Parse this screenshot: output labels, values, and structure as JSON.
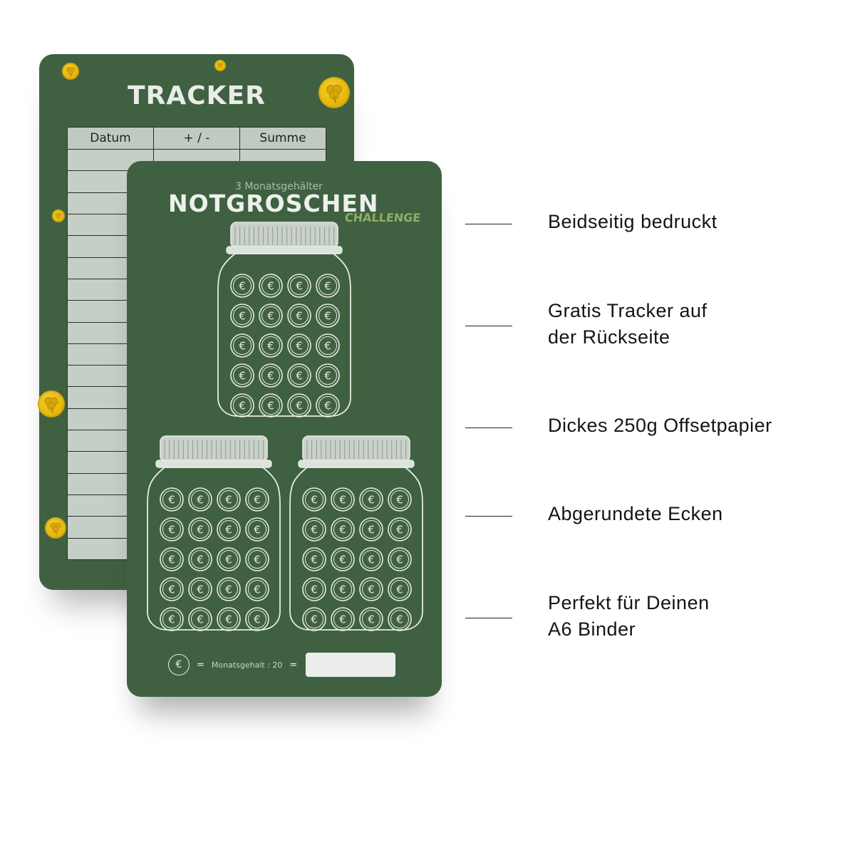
{
  "tracker_card": {
    "title": "TRACKER",
    "columns": [
      "Datum",
      "+ / -",
      "Summe"
    ],
    "blank_rows": 19
  },
  "front_card": {
    "subtitle": "3 Monatsgehälter",
    "title": "NOTGROSCHEN",
    "tagline": "CHALLENGE",
    "coin_symbol": "€",
    "formula_label": "Monatsgehalt : 20",
    "formula_equals": "="
  },
  "features": [
    {
      "line1": "Beidseitig bedruckt",
      "line2": ""
    },
    {
      "line1": "Gratis Tracker auf",
      "line2": "der Rückseite"
    },
    {
      "line1": "Dickes 250g Offsetpapier",
      "line2": ""
    },
    {
      "line1": "Abgerundete Ecken",
      "line2": ""
    },
    {
      "line1": "Perfekt für Deinen",
      "line2": "A6 Binder"
    }
  ],
  "colors": {
    "card_green": "#3f6141",
    "table_fill": "#c5cfc8",
    "coin_gold": "#e7b70e",
    "challenge_green": "#8fae63"
  },
  "icons": [
    "shamrock-coin-icon",
    "euro-coin-icon",
    "jar-icon"
  ]
}
